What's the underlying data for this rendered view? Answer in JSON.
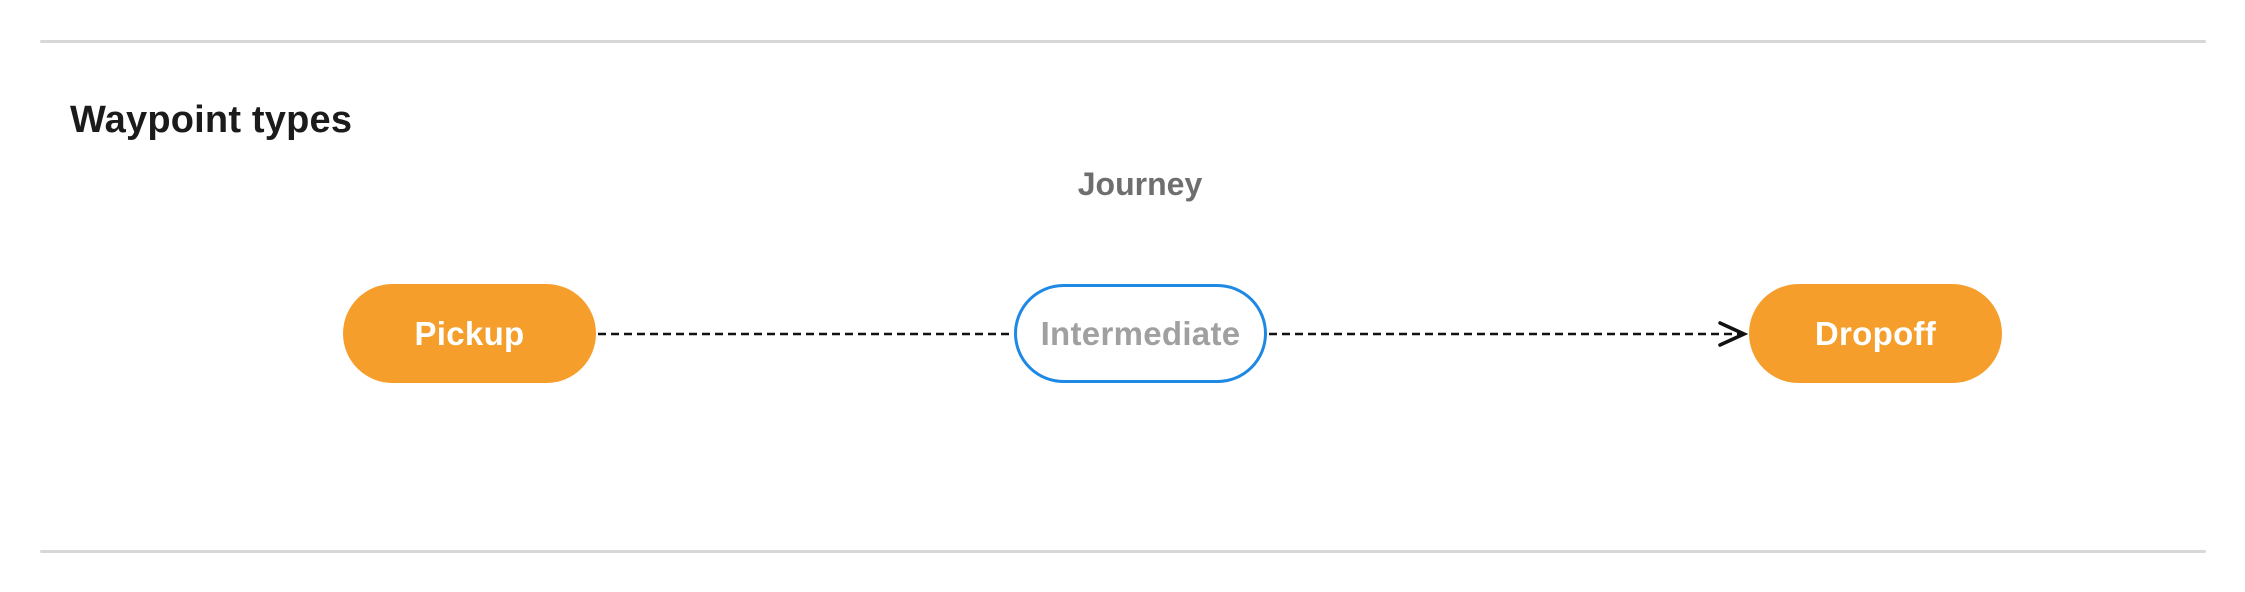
{
  "section": {
    "title": "Waypoint types"
  },
  "diagram": {
    "title": "Journey",
    "nodes": [
      {
        "label": "Pickup",
        "style": "filled-orange"
      },
      {
        "label": "Intermediate",
        "style": "outlined-blue"
      },
      {
        "label": "Dropoff",
        "style": "filled-orange"
      }
    ],
    "edges": [
      {
        "from": "Pickup",
        "to": "Intermediate",
        "line": "dashed",
        "arrowhead": false
      },
      {
        "from": "Intermediate",
        "to": "Dropoff",
        "line": "dashed",
        "arrowhead": true
      }
    ],
    "colors": {
      "node_fill_orange": "#F59E2C",
      "node_outline_blue": "#1E88E5",
      "node_text_on_orange": "#FFFFFF",
      "node_text_muted": "#A0A0A0",
      "edge_stroke": "#111111",
      "journey_label": "#6E6E6E",
      "title_text": "#1B1B1B",
      "divider": "#D8D8D8"
    }
  }
}
